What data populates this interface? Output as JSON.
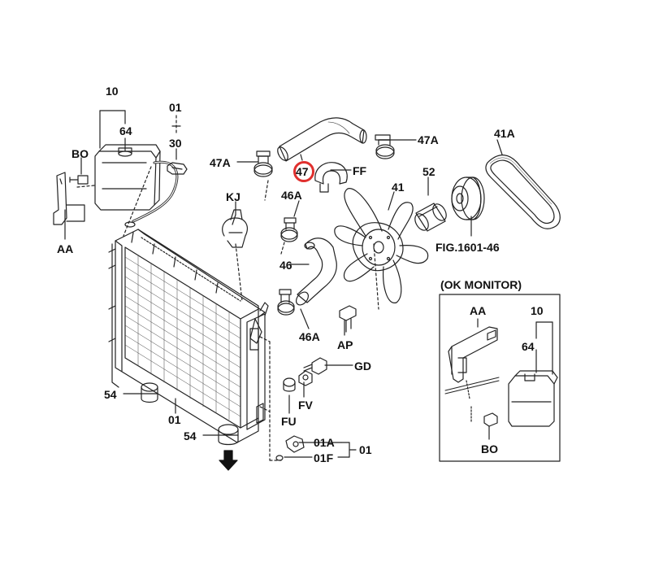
{
  "accent_color": "#e0302e",
  "labels": {
    "l10": "10",
    "l64": "64",
    "l01_top": "01",
    "l30": "30",
    "lBO": "BO",
    "lAA": "AA",
    "l47A_left": "47A",
    "lKJ": "KJ",
    "l47": "47",
    "lFF": "FF",
    "l47A_right": "47A",
    "l46A_top": "46A",
    "l46": "46",
    "l46A_bottom": "46A",
    "l41": "41",
    "l52": "52",
    "l41A": "41A",
    "lFIG": "FIG.1601-46",
    "lAP": "AP",
    "lGD": "GD",
    "lFV": "FV",
    "lFU": "FU",
    "l54_top": "54",
    "l01_mid": "01",
    "l54_bottom": "54",
    "l01A": "01A",
    "l01F": "01F",
    "l01_right": "01"
  },
  "inset": {
    "title": "(OK MONITOR)",
    "lAA": "AA",
    "l10": "10",
    "l64": "64",
    "lBO": "BO"
  }
}
